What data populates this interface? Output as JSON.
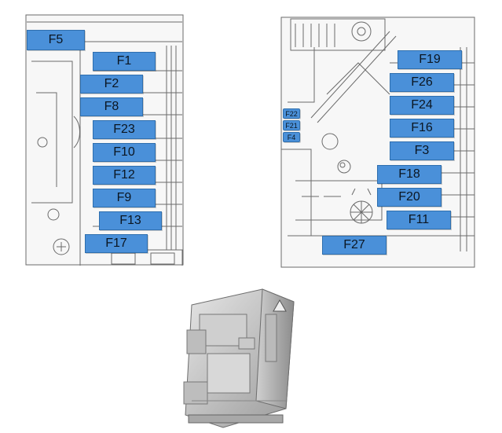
{
  "colors": {
    "fuse_fill": "#4a90d9",
    "fuse_border": "#2f6fae",
    "line_art": "#6b6b6b"
  },
  "left_panel": {
    "fuses": [
      "F5",
      "F1",
      "F2",
      "F8",
      "F23",
      "F10",
      "F12",
      "F9",
      "F13",
      "F17"
    ]
  },
  "right_panel": {
    "fuses": [
      "F19",
      "F26",
      "F24",
      "F16",
      "F3",
      "F18",
      "F20",
      "F11",
      "F27"
    ],
    "small_fuses": [
      "F22",
      "F21",
      "F4"
    ]
  }
}
